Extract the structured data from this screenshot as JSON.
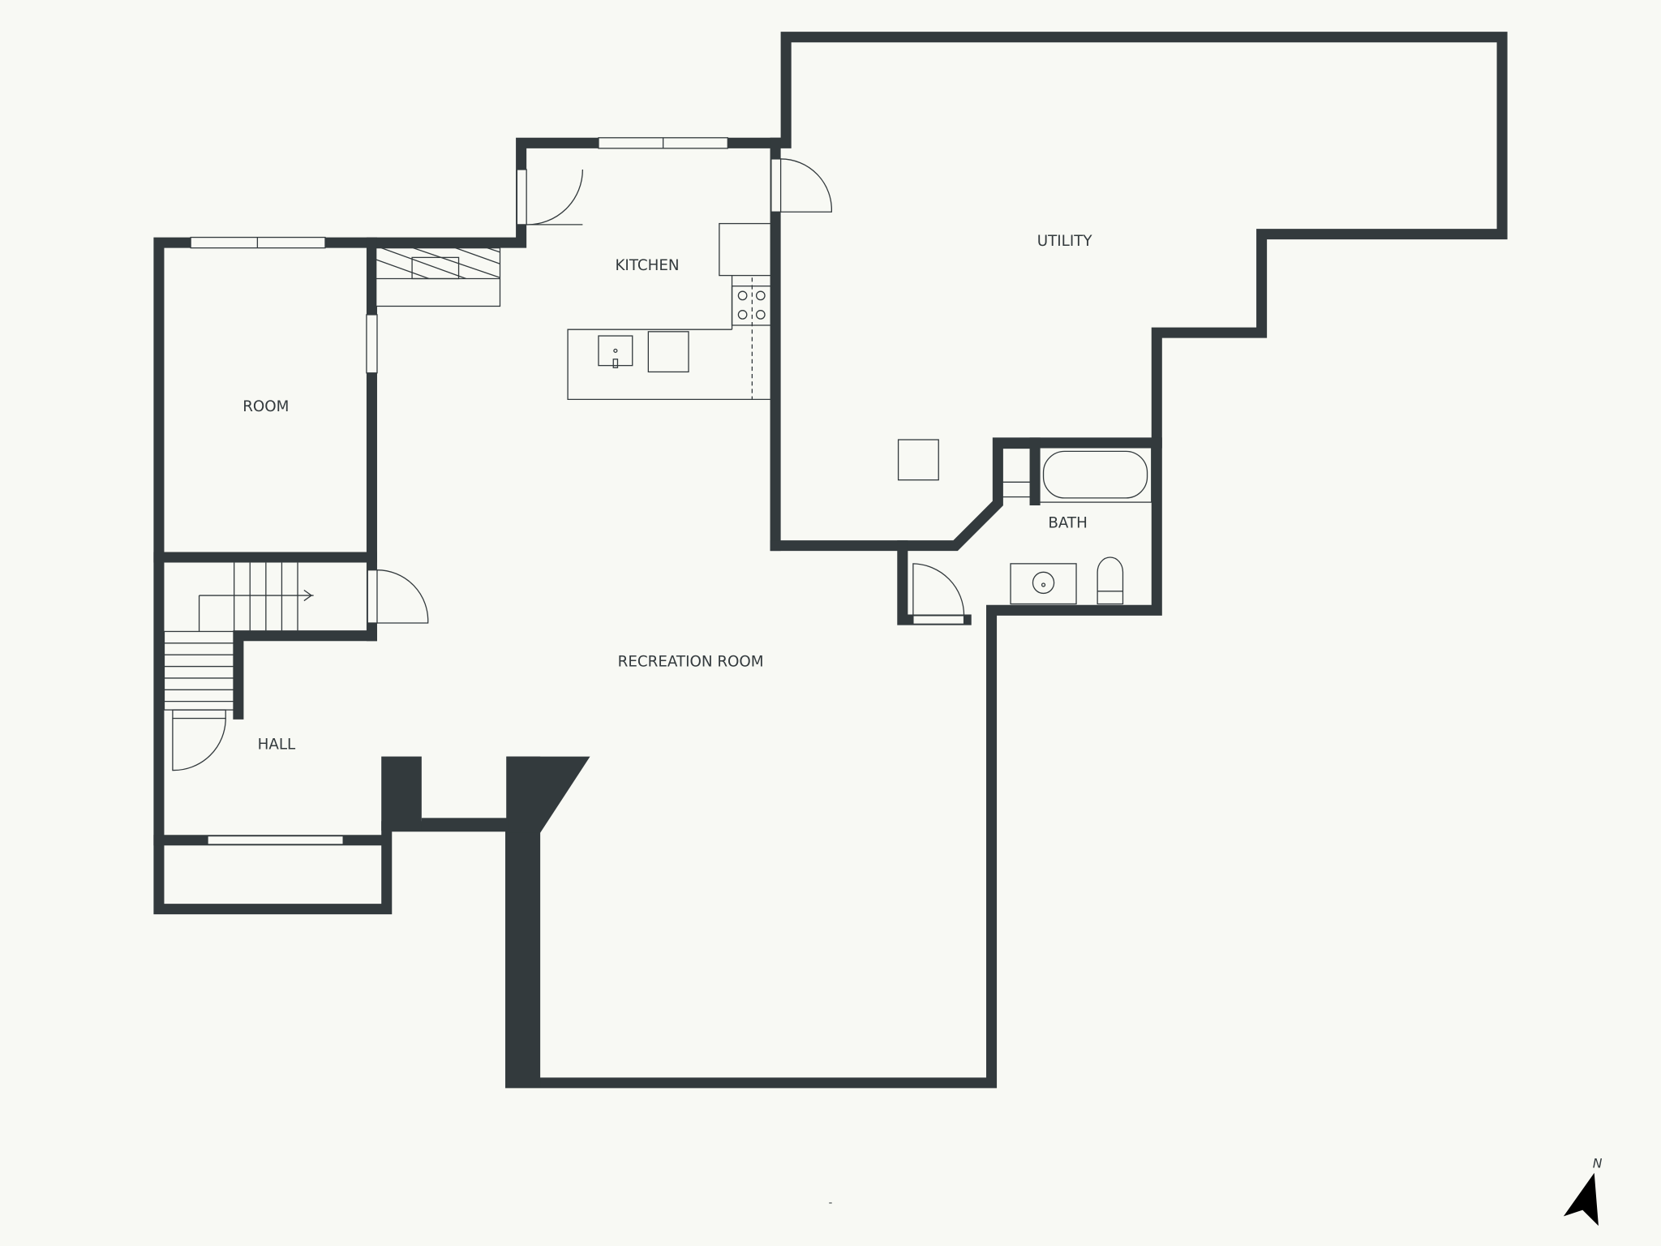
{
  "rooms": {
    "kitchen": "KITCHEN",
    "utility": "UTILITY",
    "room": "ROOM",
    "bath": "BATH",
    "recreation": "RECREATION ROOM",
    "hall": "HALL"
  },
  "footer_text": "-",
  "compass": {
    "label": "N",
    "icon": "north-arrow-icon"
  },
  "colors": {
    "wall": "#333a3d",
    "background": "#f8f9f4"
  }
}
